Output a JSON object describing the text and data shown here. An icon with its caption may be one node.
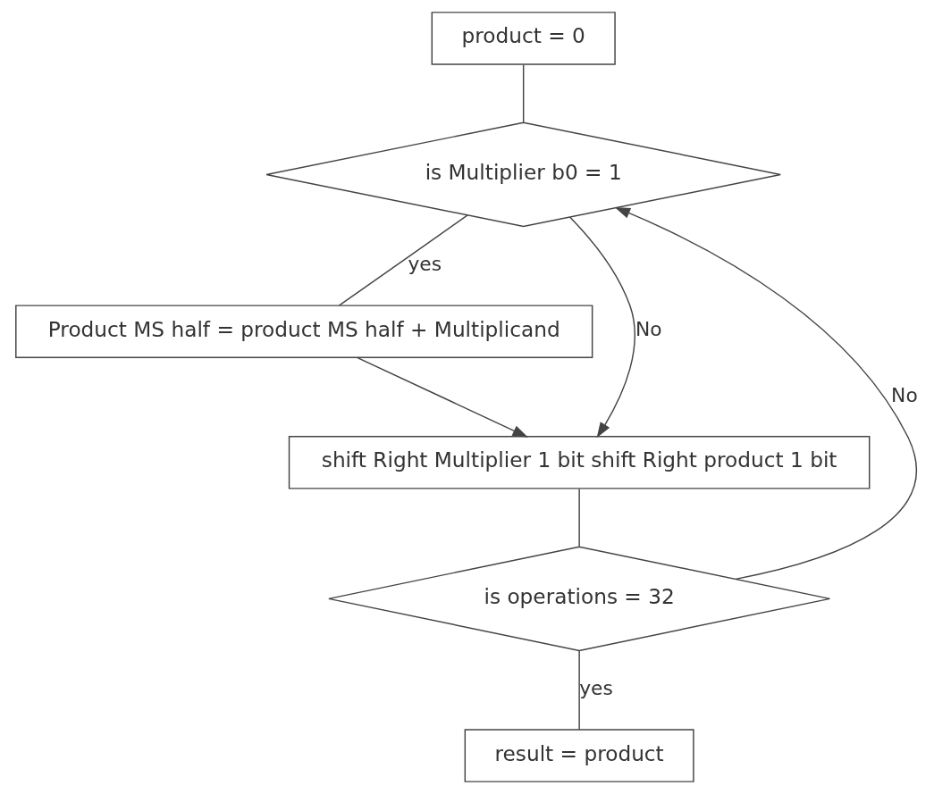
{
  "diagram": {
    "nodes": [
      {
        "text": [
          "product = 0"
        ]
      },
      {
        "text": [
          "is Multiplier b0 = 1"
        ]
      },
      {
        "text": [
          "Product MS half = product MS half + Multiplicand"
        ]
      },
      {
        "text": [
          "shift Right Multiplier 1 bit shift Right product 1 bit"
        ]
      },
      {
        "text": [
          "is operations = 32"
        ]
      },
      {
        "text": [
          "result = product"
        ]
      }
    ],
    "edges": [
      {
        "from": 0,
        "to": 1,
        "arrow": "none"
      },
      {
        "from": 1,
        "to": 2,
        "arrow": "none",
        "label": "yes"
      },
      {
        "from": 1,
        "to": 3,
        "arrow": "to",
        "label": "No"
      },
      {
        "from": 2,
        "to": 3,
        "arrow": "to"
      },
      {
        "from": 3,
        "to": 4,
        "arrow": "none"
      },
      {
        "from": 4,
        "to": 5,
        "arrow": "none",
        "label": "yes"
      },
      {
        "from": 4,
        "to": 1,
        "arrow": "to",
        "label": "No"
      }
    ]
  }
}
